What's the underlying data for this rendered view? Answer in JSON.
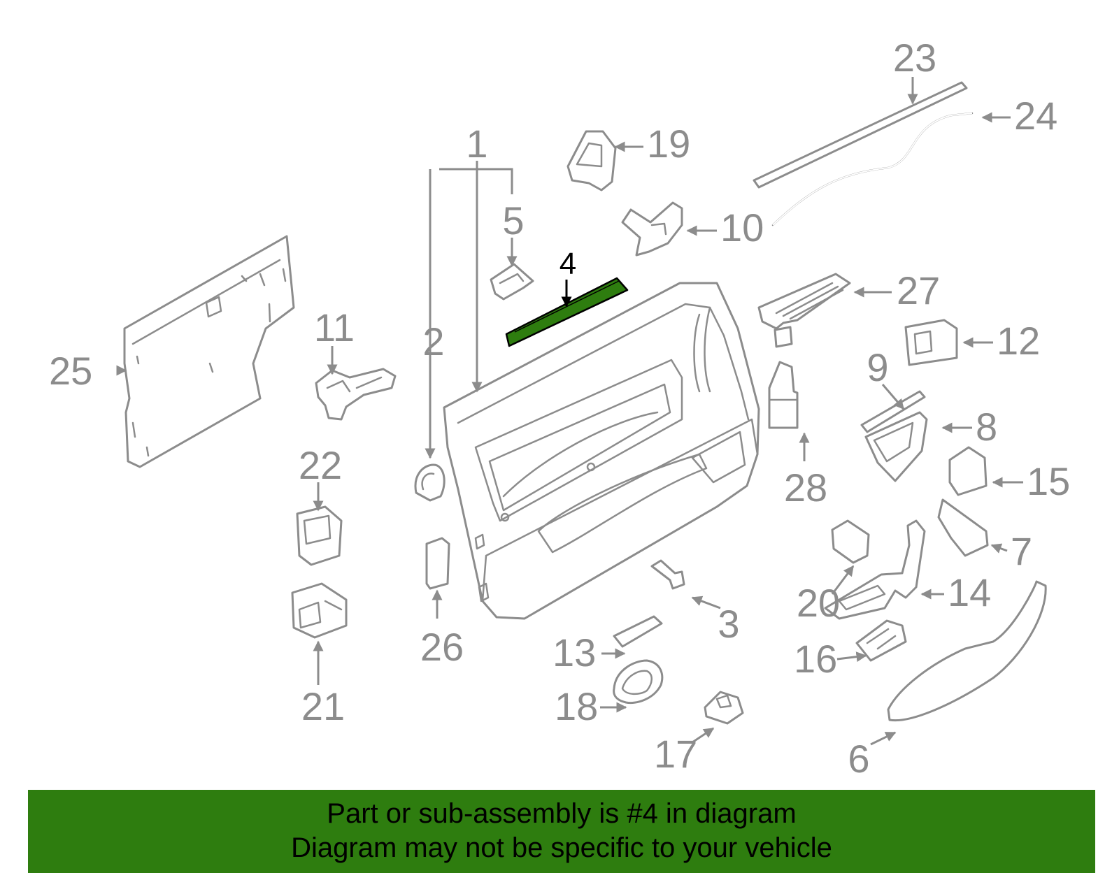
{
  "highlight": {
    "part_number": "4",
    "color": "#2e7d0f"
  },
  "callouts": {
    "c1": "1",
    "c2": "2",
    "c3": "3",
    "c4": "4",
    "c5": "5",
    "c6": "6",
    "c7": "7",
    "c8": "8",
    "c9": "9",
    "c10": "10",
    "c11": "11",
    "c12": "12",
    "c13": "13",
    "c14": "14",
    "c15": "15",
    "c16": "16",
    "c17": "17",
    "c18": "18",
    "c19": "19",
    "c20": "20",
    "c21": "21",
    "c22": "22",
    "c23": "23",
    "c24": "24",
    "c25": "25",
    "c26": "26",
    "c27": "27",
    "c28": "28"
  },
  "banner": {
    "line1": "Part or sub-assembly is #4 in diagram",
    "line2": "Diagram may not be specific to your vehicle",
    "background": "#2e7d0f"
  },
  "colors": {
    "line": "#8c8c8c",
    "highlight_fill": "#2e7d0f"
  }
}
